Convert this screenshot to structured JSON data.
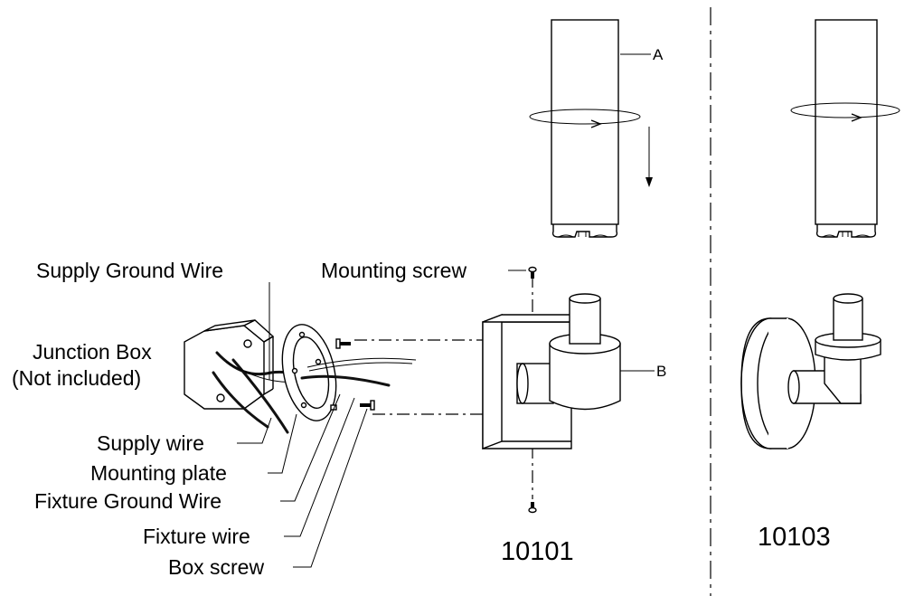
{
  "labels": {
    "supply_ground_wire": "Supply Ground Wire",
    "mounting_screw": "Mounting screw",
    "junction_box_line1": "Junction Box",
    "junction_box_line2": "(Not included)",
    "supply_wire": "Supply wire",
    "mounting_plate": "Mounting plate",
    "fixture_ground_wire": "Fixture Ground Wire",
    "fixture_wire": "Fixture wire",
    "box_screw": "Box screw",
    "part_a": "A",
    "part_b": "B"
  },
  "models": {
    "left": "10101",
    "right": "10103"
  }
}
